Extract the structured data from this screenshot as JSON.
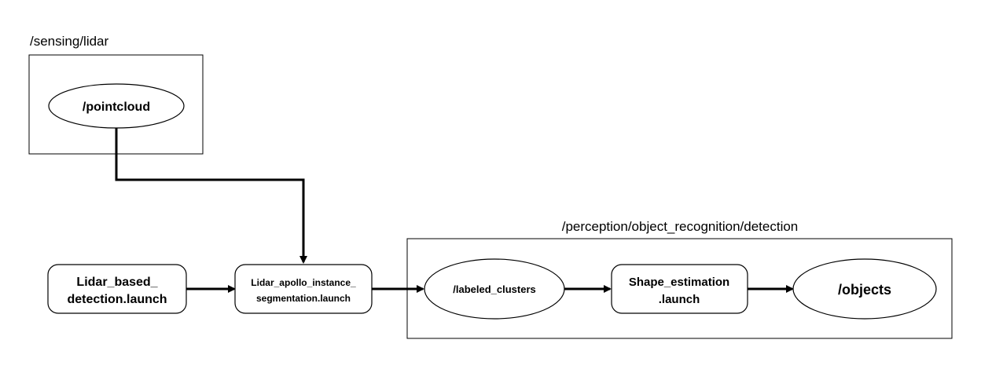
{
  "groups": {
    "sensing": {
      "label": "/sensing/lidar"
    },
    "perception": {
      "label": "/perception/object_recognition/detection"
    }
  },
  "nodes": {
    "pointcloud": {
      "label": "/pointcloud"
    },
    "lidar_based": {
      "line1": "Lidar_based_",
      "line2": "detection.launch"
    },
    "apollo": {
      "line1": "Lidar_apollo_instance_",
      "line2": "segmentation.launch"
    },
    "labeled_clusters": {
      "label": "/labeled_clusters"
    },
    "shape_estimation": {
      "line1": "Shape_estimation",
      "line2": ".launch"
    },
    "objects": {
      "label": "/objects"
    }
  }
}
